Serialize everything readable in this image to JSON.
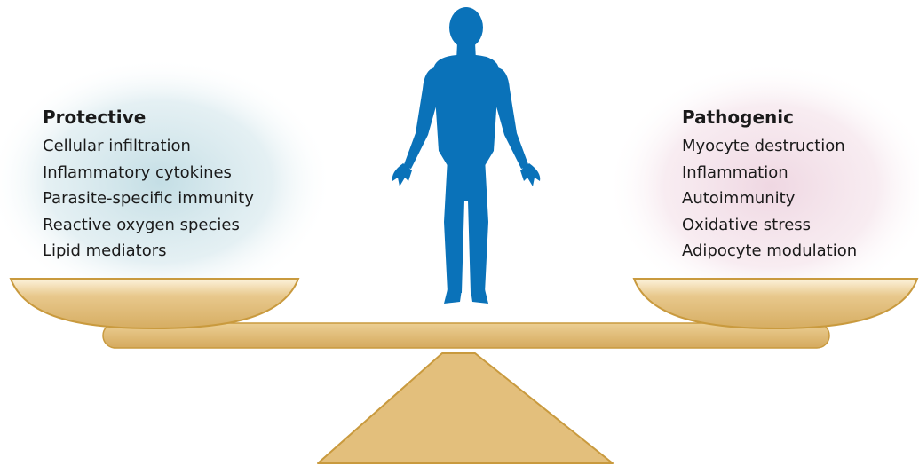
{
  "protective": {
    "heading": "Protective",
    "items": [
      "Cellular infiltration",
      "Inflammatory cytokines",
      "Parasite-specific immunity",
      "Reactive oxygen species",
      "Lipid mediators"
    ]
  },
  "pathogenic": {
    "heading": "Pathogenic",
    "items": [
      "Myocyte destruction",
      "Inflammation",
      "Autoimmunity",
      "Oxidative stress",
      "Adipocyte modulation"
    ]
  },
  "colors": {
    "figure": "#0a72b9",
    "balance": "#e2bf7f",
    "balance_outline": "#c99a3e",
    "protective_glow": "#b9d8e0",
    "pathogenic_glow": "#ecd0dd"
  }
}
